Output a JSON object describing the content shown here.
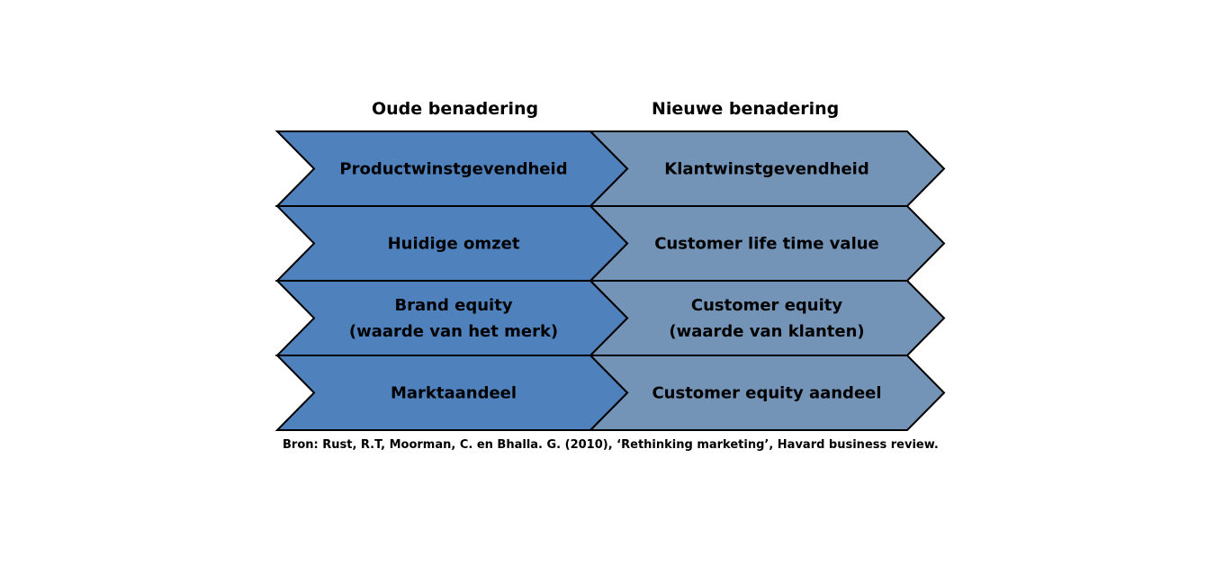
{
  "headers": {
    "old": "Oude benadering",
    "new": "Nieuwe benadering"
  },
  "rows": [
    {
      "old": [
        "Productwinstgevendheid"
      ],
      "new": [
        "Klantwinstgevendheid"
      ]
    },
    {
      "old": [
        "Huidige omzet"
      ],
      "new": [
        "Customer life time value"
      ]
    },
    {
      "old": [
        "Brand equity",
        "(waarde van het merk)"
      ],
      "new": [
        "Customer equity",
        "(waarde van klanten)"
      ]
    },
    {
      "old": [
        "Marktaandeel"
      ],
      "new": [
        "Customer equity aandeel"
      ]
    }
  ],
  "source": "Bron: Rust, R.T, Moorman, C. en Bhalla. G. (2010), ‘Rethinking marketing’, Havard business review.",
  "colors": {
    "old_fill": "#4f81bd",
    "new_fill": "#7393b7",
    "outline": "#000000"
  }
}
